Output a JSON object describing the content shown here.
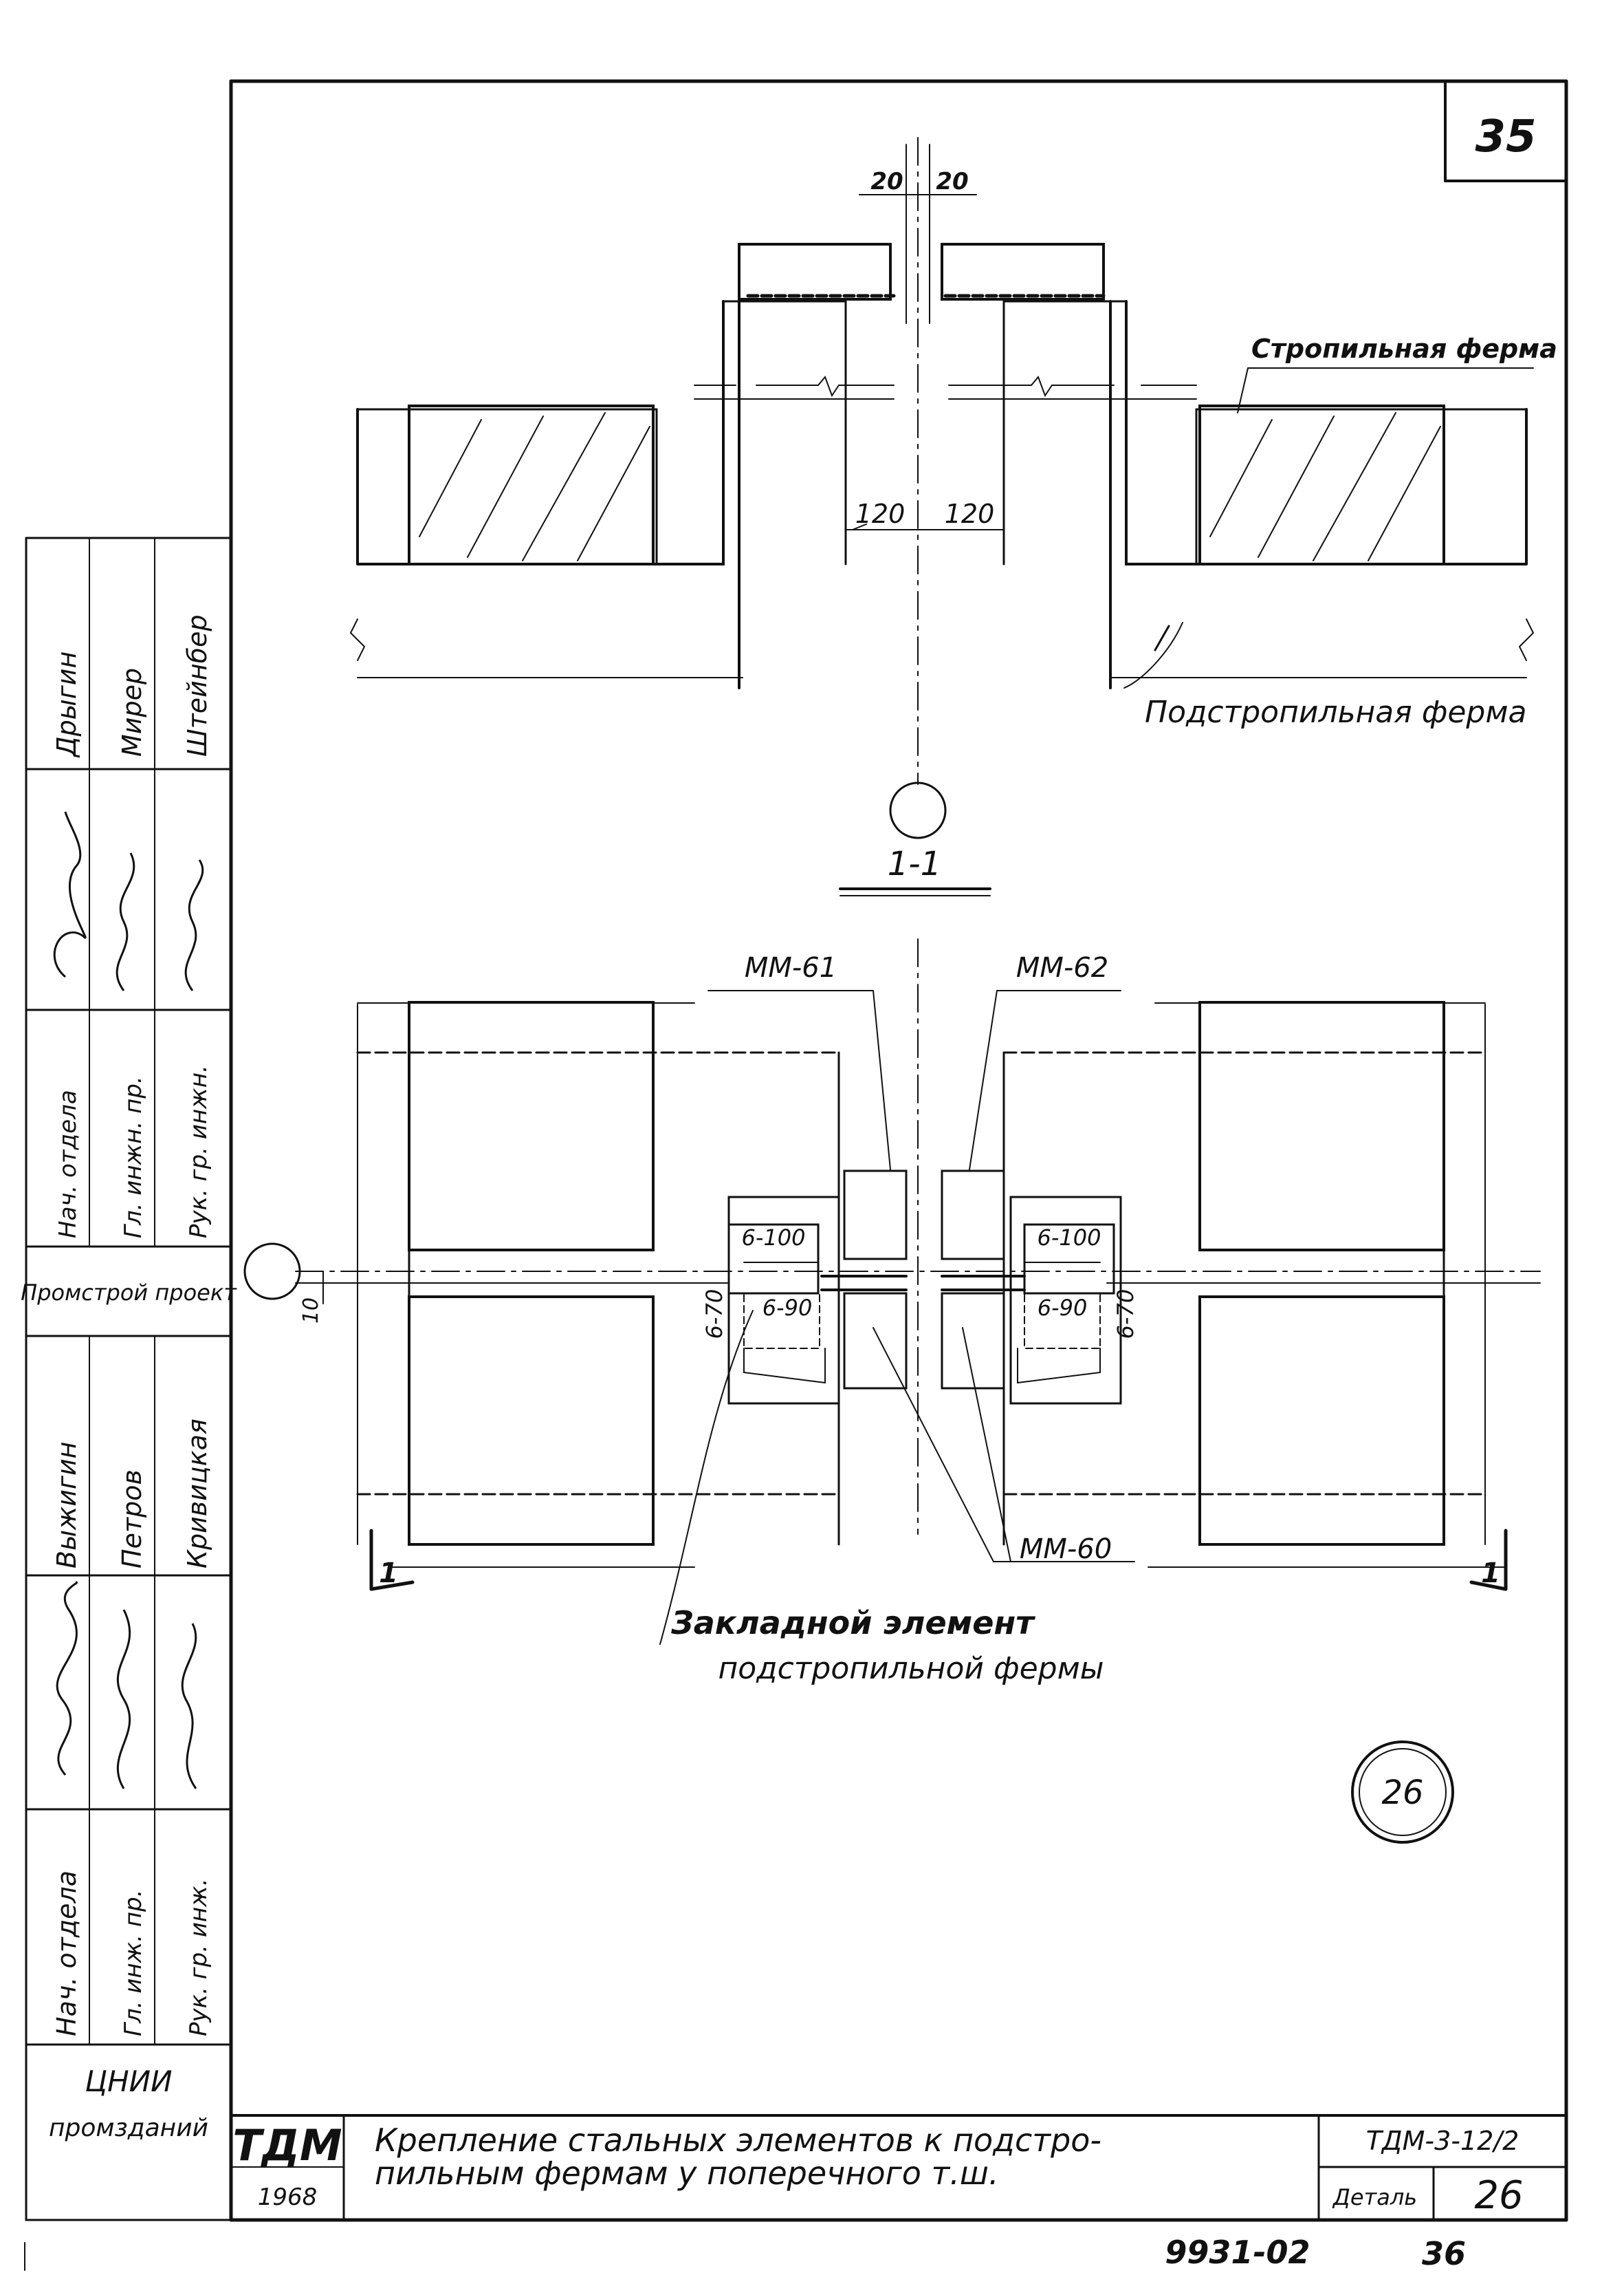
{
  "sheet": {
    "page_number": "35",
    "detail_circle": "26"
  },
  "section_top": {
    "dims_top": [
      "20",
      "20"
    ],
    "dims_mid": [
      "120",
      "120"
    ],
    "label_rafter_truss": "Стропильная ферма",
    "label_sub_truss": "Подстропильная ферма"
  },
  "section_mark": "1-1",
  "plan": {
    "mm61": "ММ-61",
    "mm62": "ММ-62",
    "mm60": "ММ-60",
    "weld_100_left": "6-100",
    "weld_100_right": "6-100",
    "weld_90_left": "6-90",
    "weld_90_right": "6-90",
    "weld_70_left": "6-70",
    "weld_70_right": "6-70",
    "offset_10": "10",
    "cut_mark_left": "1",
    "cut_mark_right": "1",
    "embedded_line1": "Закладной элемент",
    "embedded_line2": "подстропильной фермы"
  },
  "side_stamp": {
    "names_group1": [
      "Дрыгин",
      "Мирер",
      "Штейнбер"
    ],
    "roles_group1": [
      "Нач. отдела",
      "Гл. инжн. пр.",
      "Рук. гр. инжн."
    ],
    "org1": "Промстрой проект",
    "names_group2": [
      "Выжигин",
      "Петров",
      "Кривицкая"
    ],
    "roles_group2": [
      "Нач. отдела",
      "Гл. инж. пр.",
      "Рук. гр. инж."
    ],
    "org2_line1": "ЦНИИ",
    "org2_line2": "промзданий"
  },
  "title_block": {
    "logo": "ТДМ",
    "year": "1968",
    "title_line1": "Крепление стальных элементов к подстро-",
    "title_line2": "пильным фермам у поперечного т.ш.",
    "code": "ТДМ-3-12/2",
    "detail_label": "Деталь",
    "detail_number": "26"
  },
  "footer": {
    "archive_number": "9931-02",
    "sheet_number": "36"
  }
}
